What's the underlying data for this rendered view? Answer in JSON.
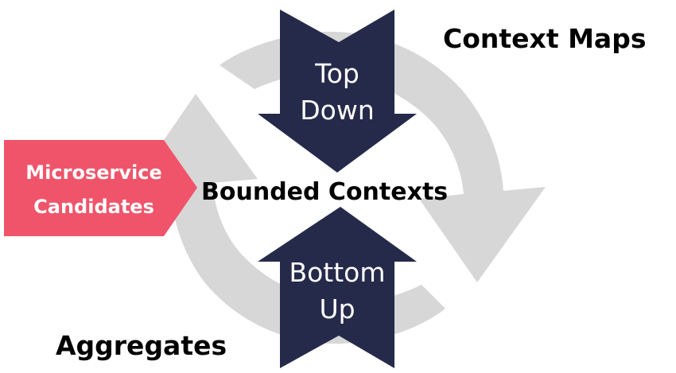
{
  "diagram": {
    "top_arrow": {
      "line1": "Top",
      "line2": "Down"
    },
    "bottom_arrow": {
      "line1": "Bottom",
      "line2": "Up"
    },
    "context_maps": "Context Maps",
    "bounded_contexts": "Bounded Contexts",
    "aggregates": "Aggregates",
    "microservice": {
      "line1": "Microservice",
      "line2": "Candidates"
    }
  },
  "colors": {
    "cycle_arrows": "#d7d7d7",
    "direction_arrows": "#262a4a",
    "microservice_tag": "#f0546a",
    "text": "#000000",
    "arrow_text": "#ffffff"
  }
}
